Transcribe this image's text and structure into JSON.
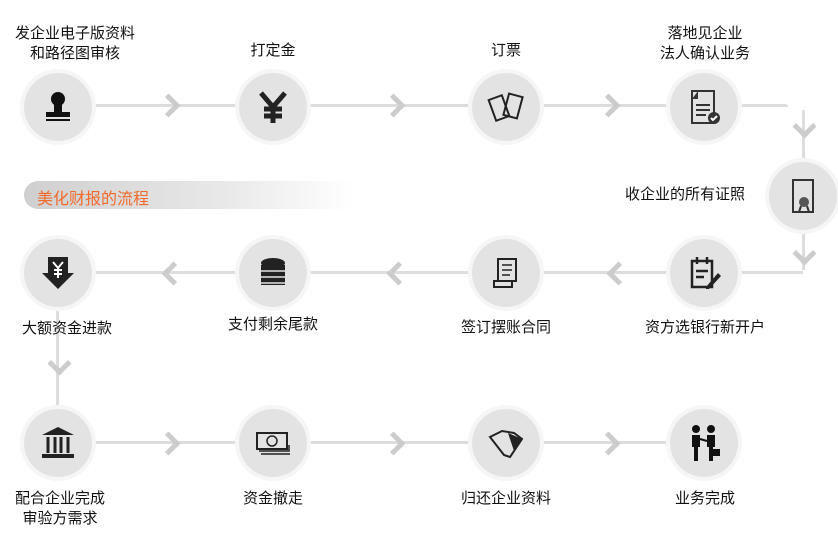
{
  "banner": "美化财报的流程",
  "steps": [
    {
      "lines": [
        "发企业电子版资料",
        "和路径图审核"
      ],
      "icon": "stamp-icon"
    },
    {
      "lines": [
        "打定金"
      ],
      "icon": "yen-icon"
    },
    {
      "lines": [
        "订票"
      ],
      "icon": "tickets-icon"
    },
    {
      "lines": [
        "落地见企业",
        "法人确认业务"
      ],
      "icon": "document-check-icon"
    },
    {
      "lines": [
        "收企业的所有证照"
      ],
      "icon": "certificate-icon"
    },
    {
      "lines": [
        "资方选银行新开户"
      ],
      "icon": "clipboard-pen-icon"
    },
    {
      "lines": [
        "签订摆账合同"
      ],
      "icon": "scroll-icon"
    },
    {
      "lines": [
        "支付剩余尾款"
      ],
      "icon": "coins-icon"
    },
    {
      "lines": [
        "大额资金进款"
      ],
      "icon": "yen-down-icon"
    },
    {
      "lines": [
        "配合企业完成",
        "审验方需求"
      ],
      "icon": "bank-icon"
    },
    {
      "lines": [
        "资金撤走"
      ],
      "icon": "cash-icon"
    },
    {
      "lines": [
        "归还企业资料"
      ],
      "icon": "handshake-icon"
    },
    {
      "lines": [
        "业务完成"
      ],
      "icon": "businessmen-icon"
    }
  ]
}
